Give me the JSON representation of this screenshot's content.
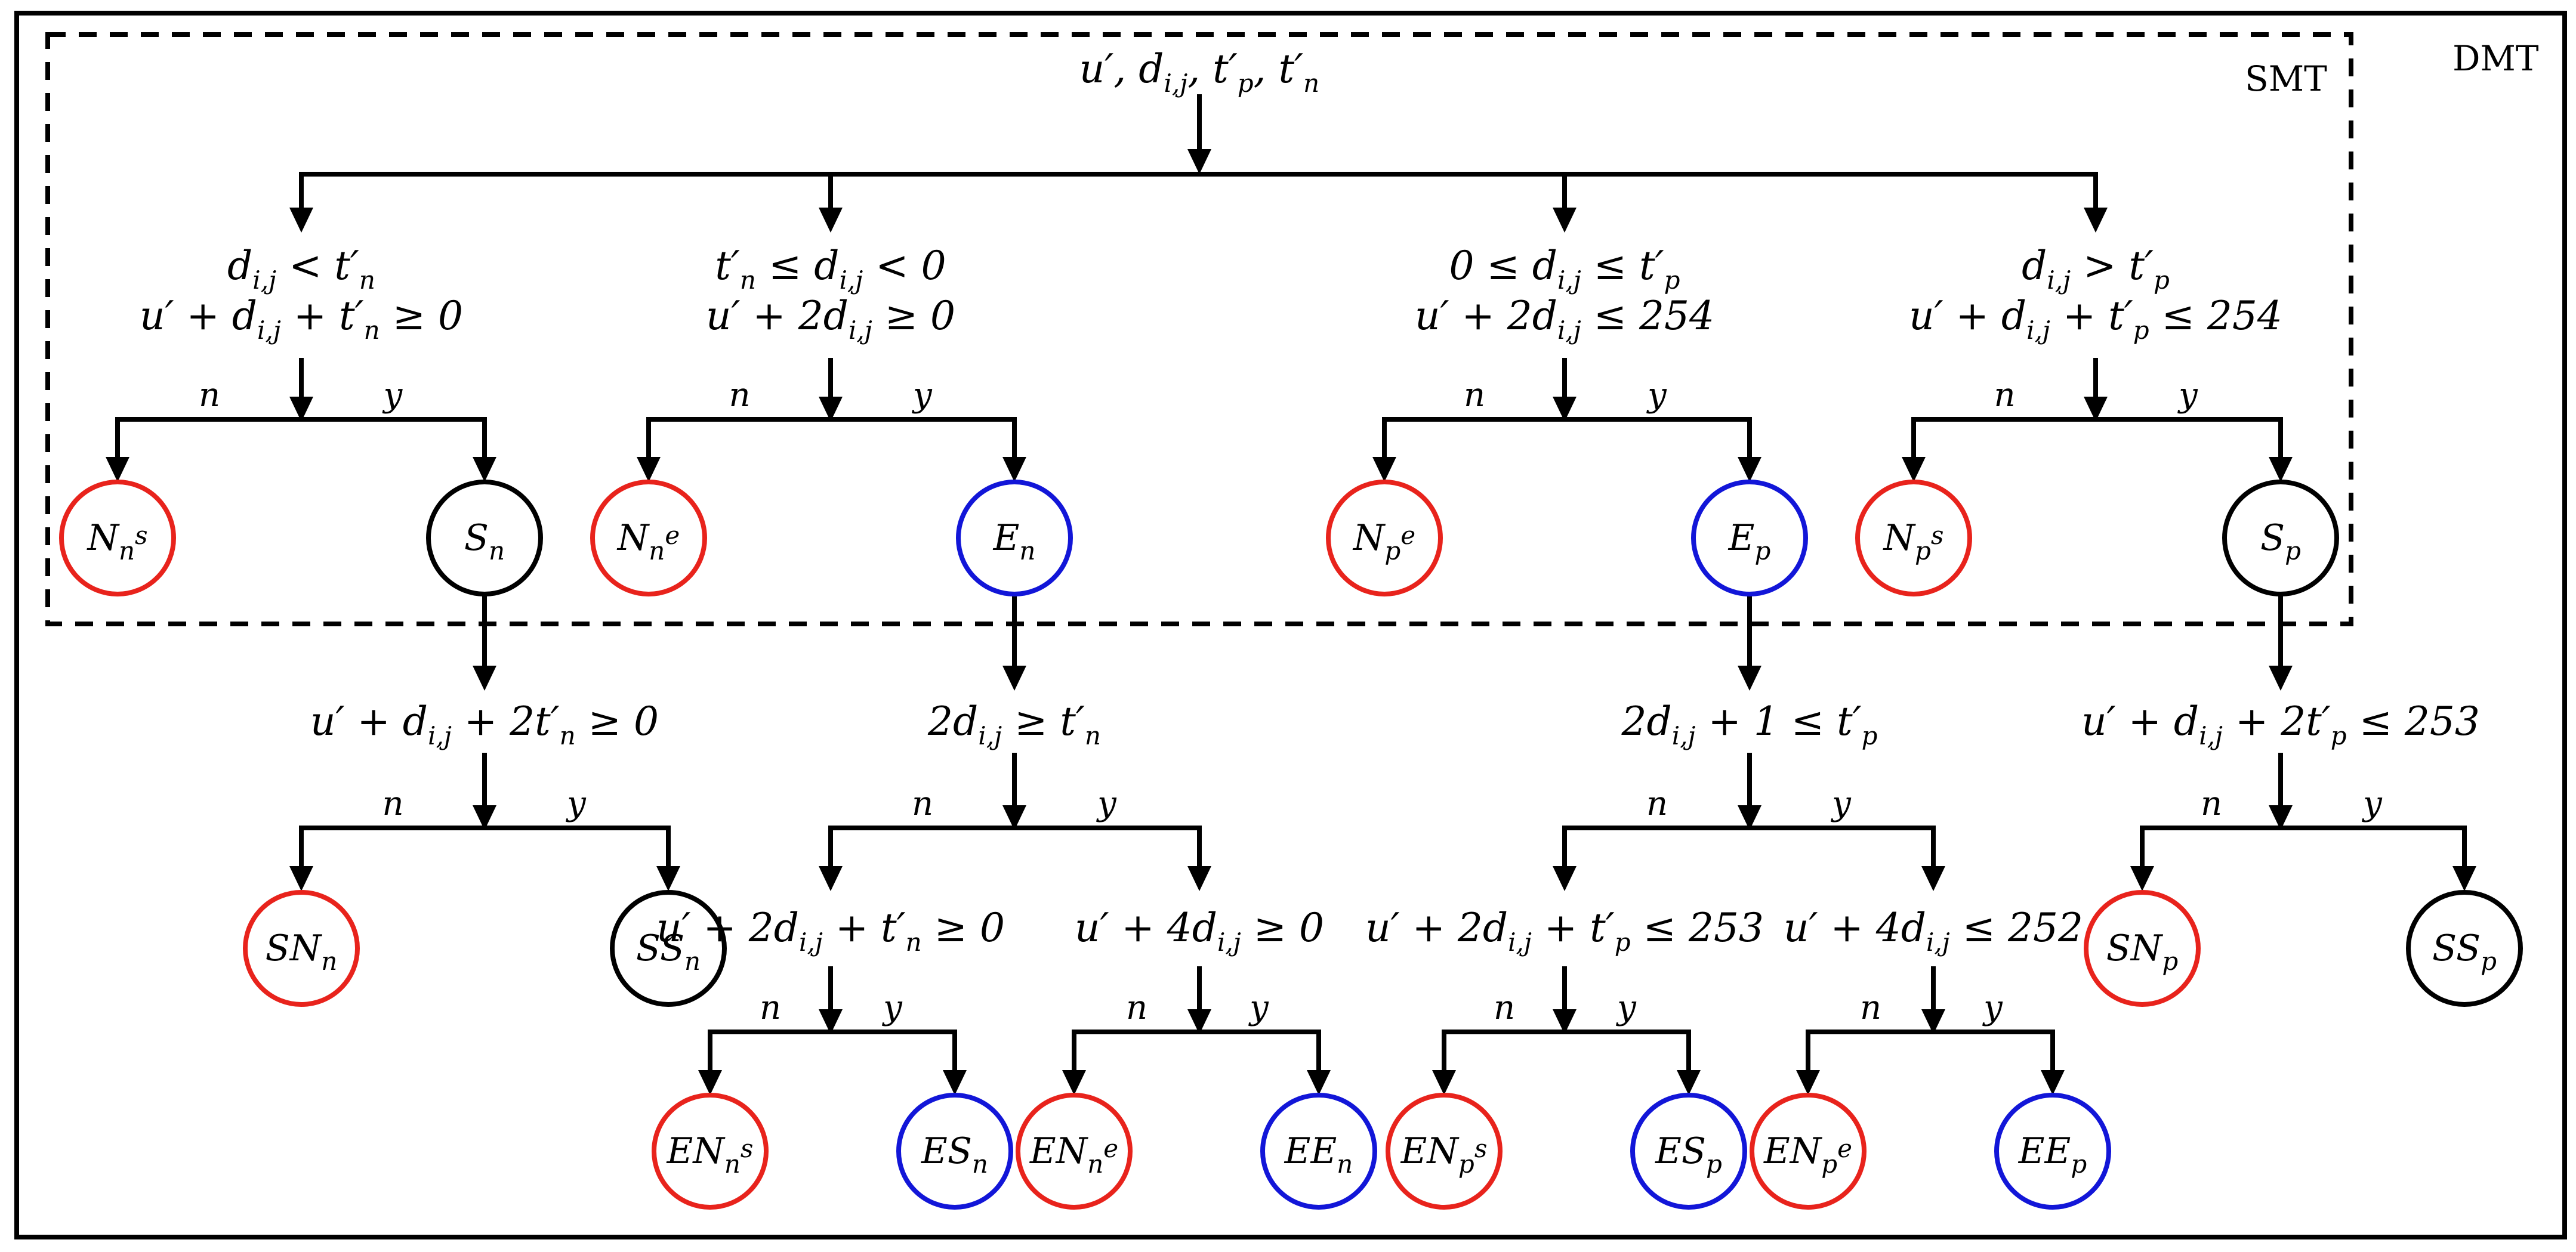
{
  "frames": {
    "outer": "DMT",
    "inner": "SMT"
  },
  "root_condition": "u′, d_{i,j}, t′_p, t′_n",
  "branches": [
    {
      "id": "Sn",
      "condition": [
        "d_{i,j} < t′_n",
        "u′ + d_{i,j} + t′_n ≥ 0"
      ],
      "no": {
        "label": "N_n^s",
        "color": "#e8231c"
      },
      "yes": {
        "label": "S_n",
        "color": "#000000"
      },
      "second_condition": "u′ + d_{i,j} + 2t′_n ≥ 0",
      "second_no": {
        "label": "SN_n",
        "color": "#e8231c"
      },
      "second_yes": {
        "label": "SS_n",
        "color": "#000000"
      }
    },
    {
      "id": "En",
      "condition": [
        "t′_n ≤ d_{i,j} < 0",
        "u′ + 2d_{i,j} ≥ 0"
      ],
      "no": {
        "label": "N_n^e",
        "color": "#e8231c"
      },
      "yes": {
        "label": "E_n",
        "color": "#1216d8"
      },
      "second_condition": "2d_{i,j} ≥ t′_n",
      "third_no_condition": "u′ + 2d_{i,j} + t′_n ≥ 0",
      "third_yes_condition": "u′ + 4d_{i,j} ≥ 0",
      "leaves": [
        {
          "label": "EN_n^s",
          "color": "#e8231c"
        },
        {
          "label": "ES_n",
          "color": "#1216d8"
        },
        {
          "label": "EN_n^e",
          "color": "#e8231c"
        },
        {
          "label": "EE_n",
          "color": "#1216d8"
        }
      ]
    },
    {
      "id": "Ep",
      "condition": [
        "0 ≤ d_{i,j} ≤ t′_p",
        "u′ + 2d_{i,j} ≤ 254"
      ],
      "no": {
        "label": "N_p^e",
        "color": "#e8231c"
      },
      "yes": {
        "label": "E_p",
        "color": "#1216d8"
      },
      "second_condition": "2d_{i,j} + 1 ≤ t′_p",
      "third_no_condition": "u′ + 2d_{i,j} + t′_p ≤ 253",
      "third_yes_condition": "u′ + 4d_{i,j} ≤ 252",
      "leaves": [
        {
          "label": "EN_p^s",
          "color": "#e8231c"
        },
        {
          "label": "ES_p",
          "color": "#1216d8"
        },
        {
          "label": "EN_p^e",
          "color": "#e8231c"
        },
        {
          "label": "EE_p",
          "color": "#1216d8"
        }
      ]
    },
    {
      "id": "Sp",
      "condition": [
        "d_{i,j} > t′_p",
        "u′ + d_{i,j} + t′_p ≤ 254"
      ],
      "no": {
        "label": "N_p^s",
        "color": "#e8231c"
      },
      "yes": {
        "label": "S_p",
        "color": "#000000"
      },
      "second_condition": "u′ + d_{i,j} + 2t′_p ≤ 253",
      "second_no": {
        "label": "SN_p",
        "color": "#e8231c"
      },
      "second_yes": {
        "label": "SS_p",
        "color": "#000000"
      }
    }
  ],
  "edge_labels": {
    "no": "n",
    "yes": "y"
  }
}
